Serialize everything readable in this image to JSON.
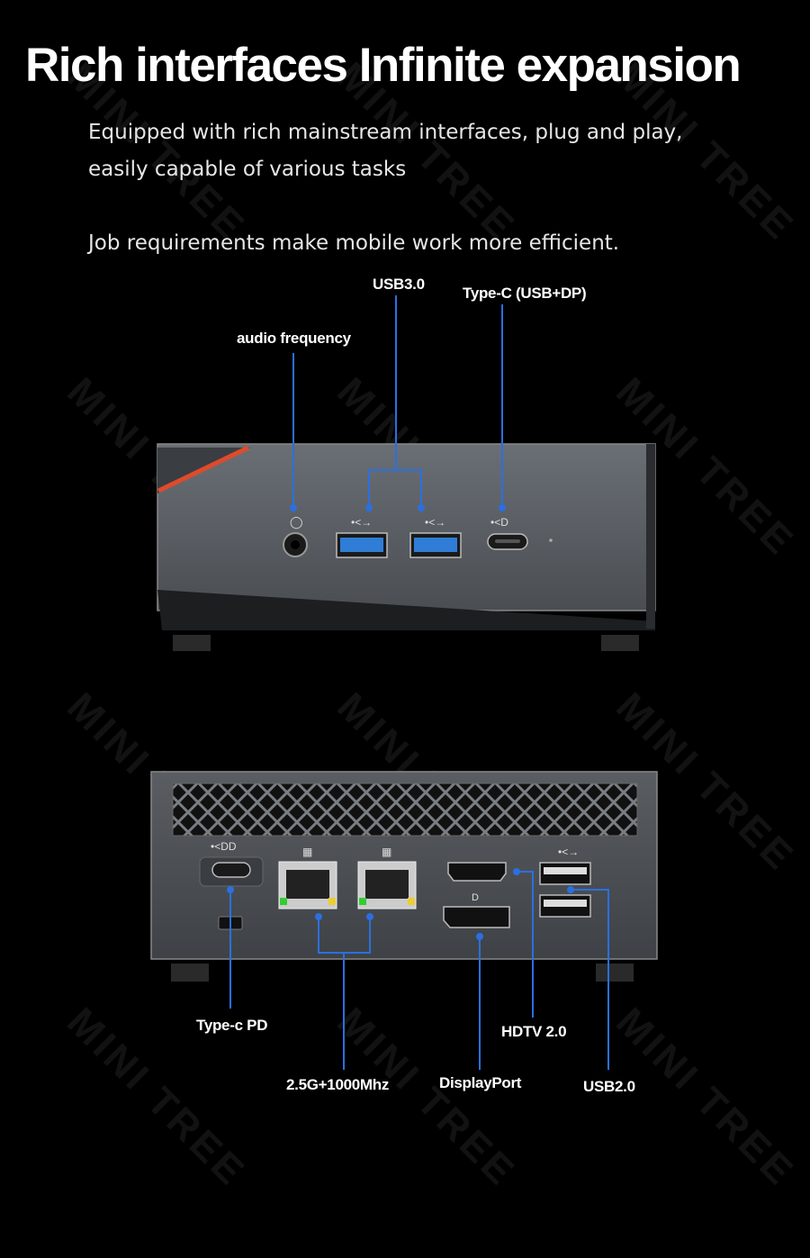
{
  "heading": {
    "title": "Rich interfaces Infinite expansion",
    "line1": "Equipped with rich mainstream interfaces, plug and play,",
    "line2": "easily capable of various tasks",
    "line3": "Job requirements make mobile work more efficient."
  },
  "front_labels": {
    "usb3": "USB3.0",
    "typec": "Type-C (USB+DP)",
    "audio": "audio frequency"
  },
  "rear_labels": {
    "typec_pd": "Type-c  PD",
    "hdtv": "HDTV 2.0",
    "lan": "2.5G+1000Mhz",
    "displayport": "DisplayPort",
    "usb2": "USB2.0"
  },
  "watermark": "MINI TREE",
  "colors": {
    "accent_line": "#2b6fe0",
    "led": "#e04a2a",
    "case": "#555a60"
  }
}
